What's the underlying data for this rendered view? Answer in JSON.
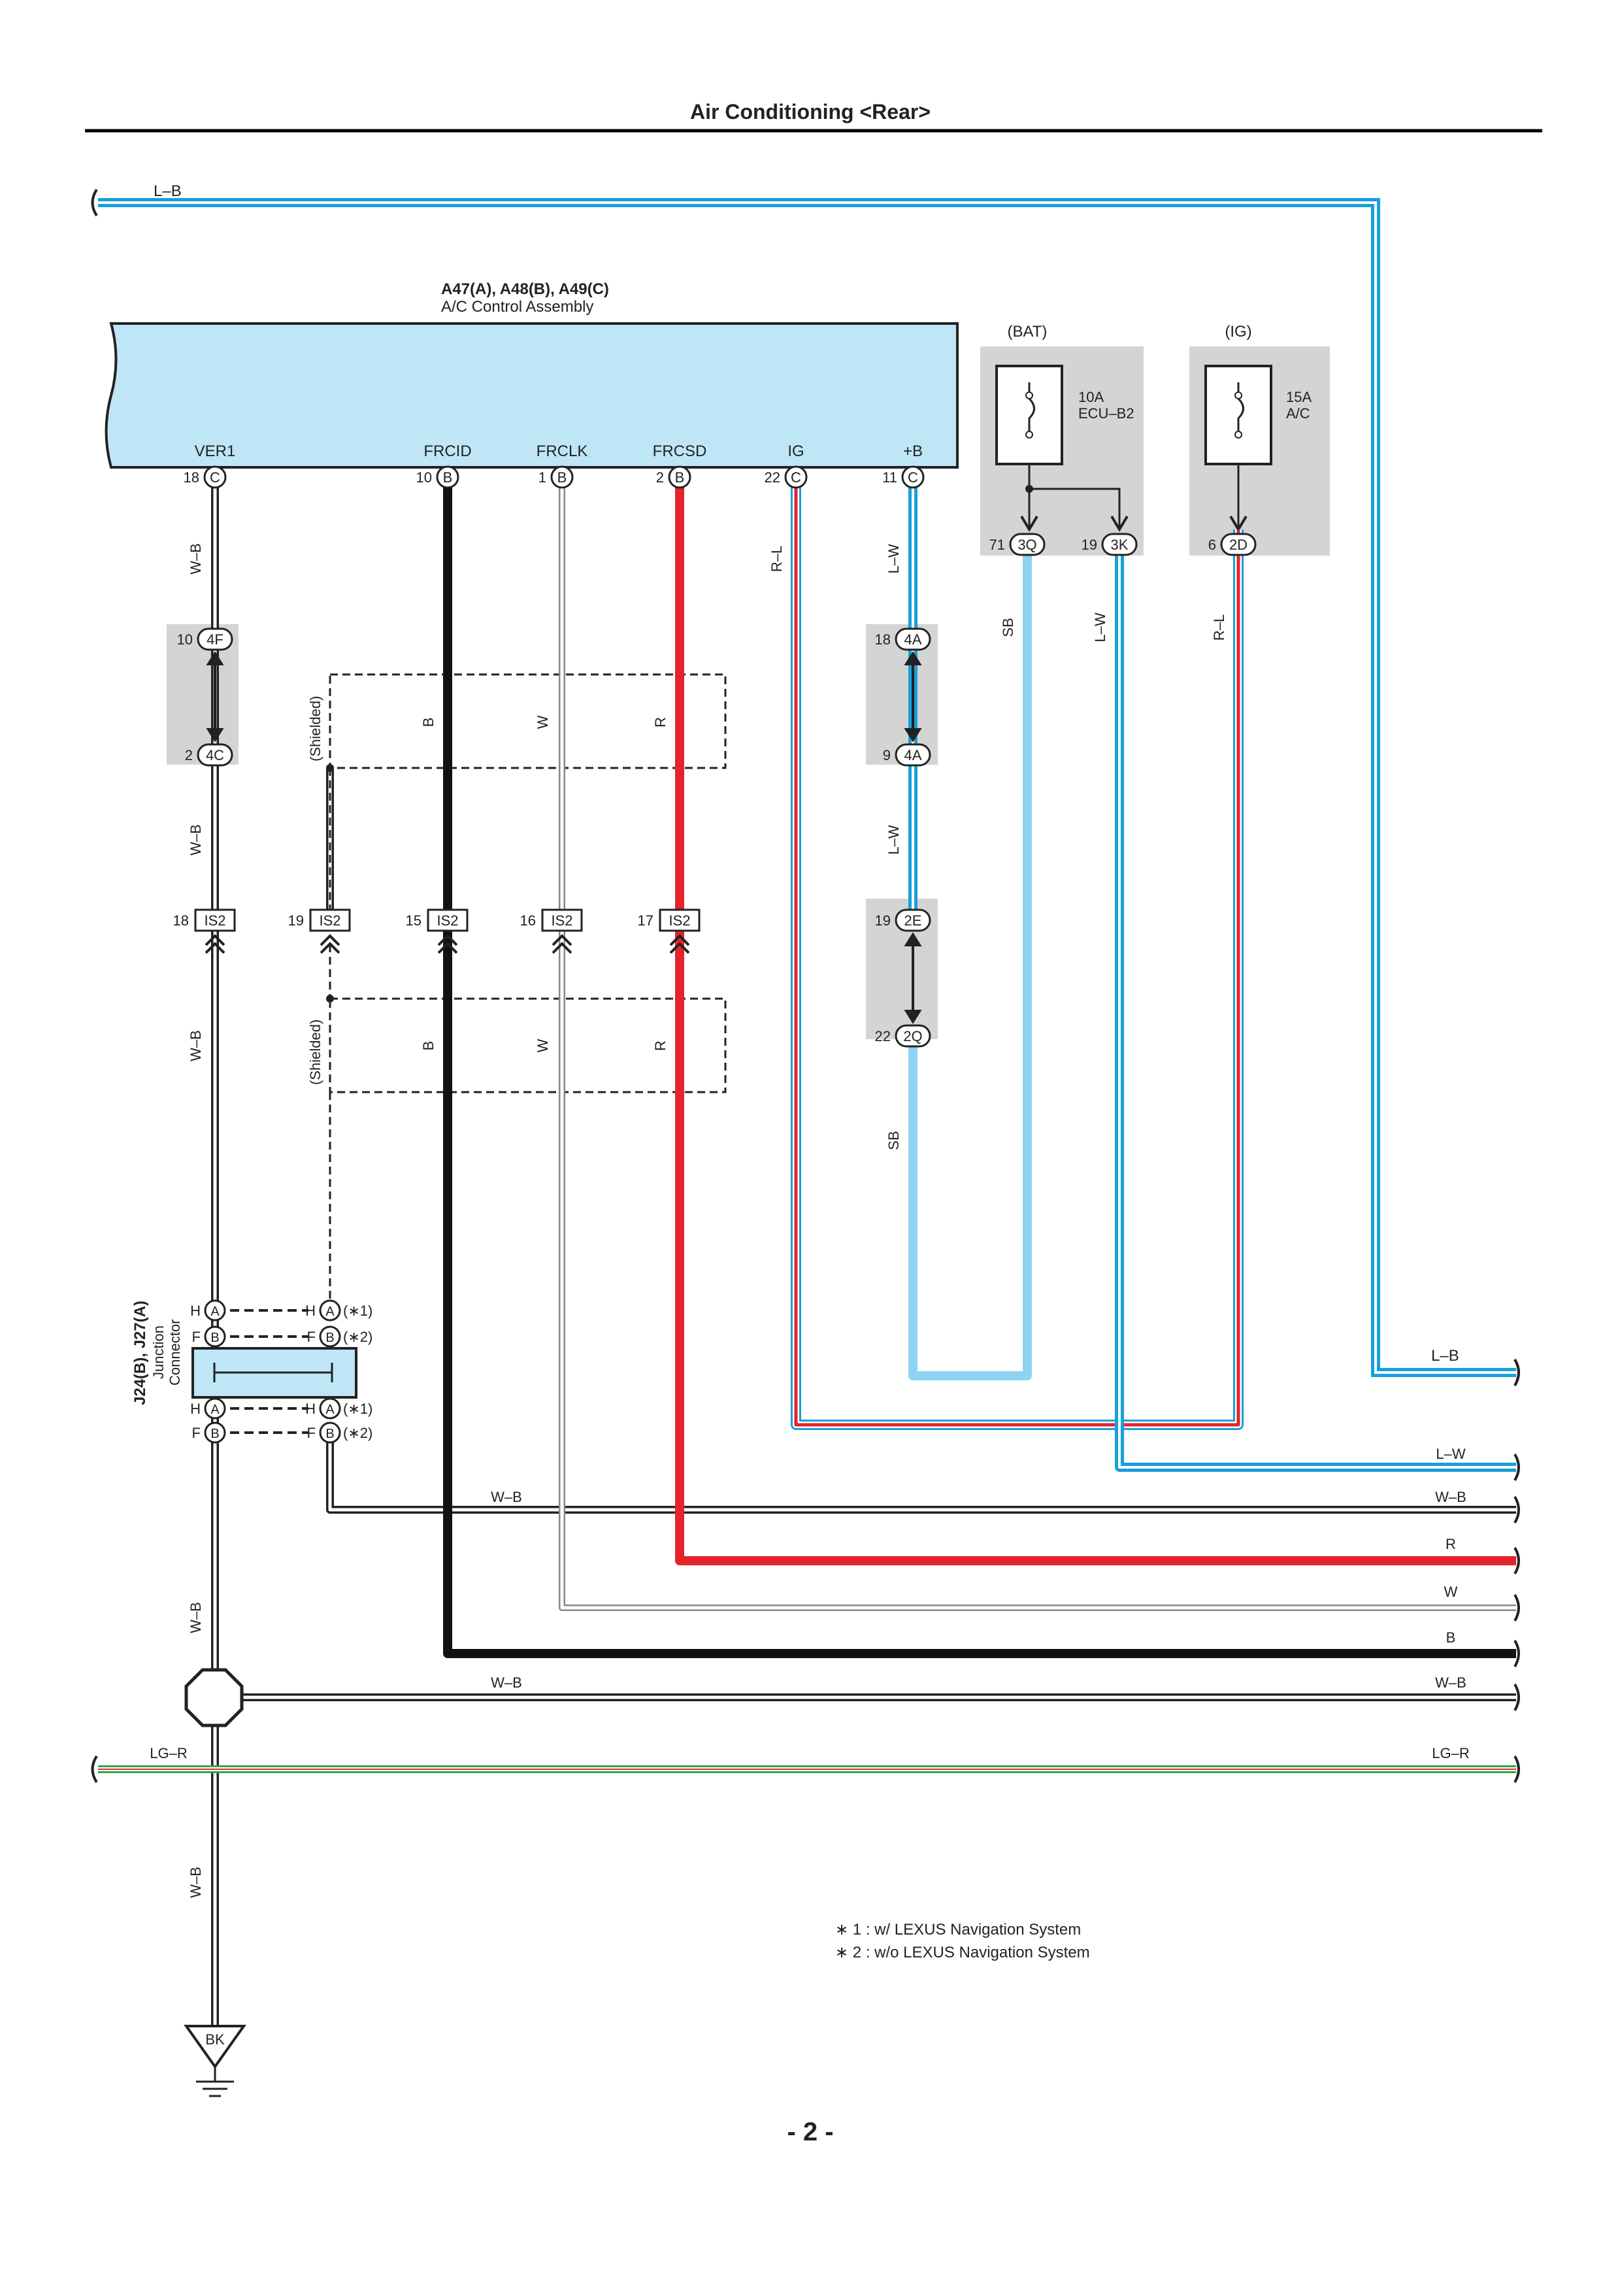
{
  "title": "Air Conditioning <Rear>",
  "page_number": "- 2 -",
  "colors": {
    "blue": "#1a9fd9",
    "lightblue": "#8fd3f2",
    "red": "#e3242b",
    "black": "#111111",
    "panel": "#bfe6f7",
    "fusebox": "#d4d4d4"
  },
  "assembly": {
    "code": "A47(A), A48(B), A49(C)",
    "name": "A/C Control Assembly",
    "pins": [
      {
        "label": "VER1",
        "num": "18",
        "conn": "C"
      },
      {
        "label": "FRCID",
        "num": "10",
        "conn": "B"
      },
      {
        "label": "FRCLK",
        "num": "1",
        "conn": "B"
      },
      {
        "label": "FRCSD",
        "num": "2",
        "conn": "B"
      },
      {
        "label": "IG",
        "num": "22",
        "conn": "C"
      },
      {
        "label": "+B",
        "num": "11",
        "conn": "C"
      }
    ]
  },
  "fuses": {
    "bat": {
      "label": "(BAT)",
      "rating": "10A",
      "name": "ECU–B2"
    },
    "ig": {
      "label": "(IG)",
      "rating": "15A",
      "name": "A/C"
    }
  },
  "junction_pins": [
    {
      "num": "71",
      "conn": "3Q"
    },
    {
      "num": "19",
      "conn": "3K"
    },
    {
      "num": "6",
      "conn": "2D"
    },
    {
      "num": "10",
      "conn": "4F"
    },
    {
      "num": "2",
      "conn": "4C"
    },
    {
      "num": "18",
      "conn": "4A"
    },
    {
      "num": "9",
      "conn": "4A"
    },
    {
      "num": "19",
      "conn": "2E"
    },
    {
      "num": "22",
      "conn": "2Q"
    }
  ],
  "is2_pins": [
    {
      "num": "18",
      "conn": "IS2"
    },
    {
      "num": "19",
      "conn": "IS2"
    },
    {
      "num": "15",
      "conn": "IS2"
    },
    {
      "num": "16",
      "conn": "IS2"
    },
    {
      "num": "17",
      "conn": "IS2"
    }
  ],
  "wire_colors": {
    "wb": "W–B",
    "b": "B",
    "w": "W",
    "r": "R",
    "rl": "R–L",
    "lw": "L–W",
    "sb": "SB",
    "lb": "L–B",
    "lgr": "LG–R"
  },
  "shielded": "(Shielded)",
  "junction_connector": {
    "code": "J24(B), J27(A)",
    "name_line1": "Junction",
    "name_line2": "Connector",
    "pin_h": "H",
    "pin_f": "F",
    "conn_a": "A",
    "conn_b": "B",
    "note1": "(∗1)",
    "note2": "(∗2)"
  },
  "ground": "BK",
  "notes": [
    "∗ 1 : w/ LEXUS Navigation System",
    "∗ 2 : w/o LEXUS Navigation System"
  ]
}
